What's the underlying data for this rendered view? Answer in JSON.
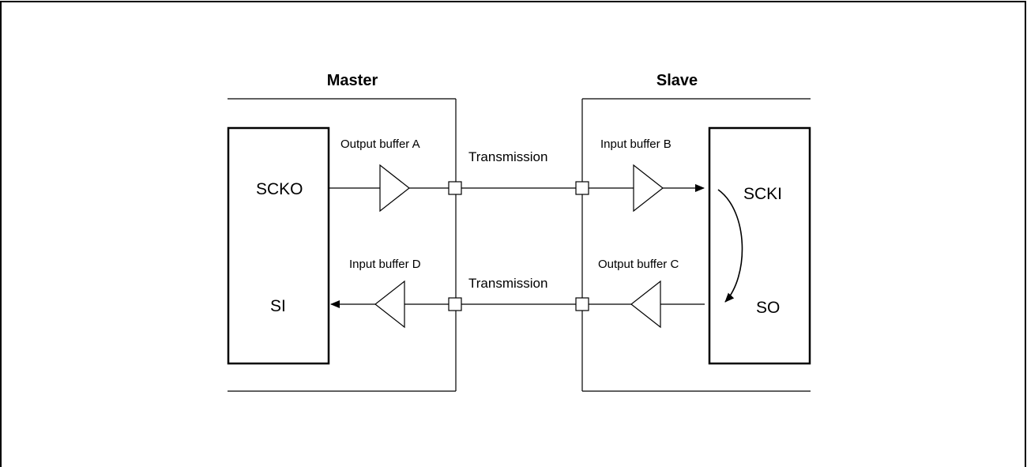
{
  "master": {
    "title": "Master",
    "pin_out": "SCKO",
    "pin_in": "SI"
  },
  "slave": {
    "title": "Slave",
    "pin_in": "SCKI",
    "pin_out": "SO"
  },
  "buffers": {
    "a": "Output buffer A",
    "b": "Input buffer B",
    "c": "Output buffer C",
    "d": "Input buffer D"
  },
  "links": {
    "top": "Transmission",
    "bottom": "Transmission"
  },
  "colors": {
    "line": "#000000",
    "background": "#ffffff"
  }
}
